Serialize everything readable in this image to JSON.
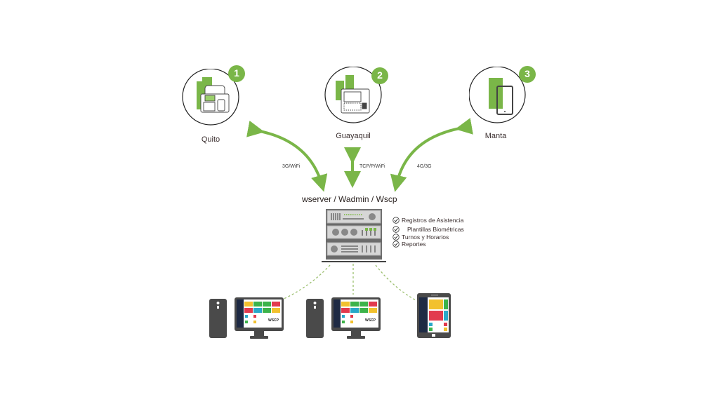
{
  "colors": {
    "accent_green": "#7ab648",
    "dark_gray": "#4a4a4a",
    "server_gray": "#c9c9c9",
    "panel_blue": "#1e2a44"
  },
  "locations": [
    {
      "number": "1",
      "name": "Quito",
      "device_icon": "fingerprint-terminal-icon"
    },
    {
      "number": "2",
      "name": "Guayaquil",
      "device_icon": "access-control-terminal-icon"
    },
    {
      "number": "3",
      "name": "Manta",
      "device_icon": "smartphone-icon"
    }
  ],
  "links": [
    {
      "label": "3G/WiFi"
    },
    {
      "label": "TCP/P/WiFi"
    },
    {
      "label": "4G/3G"
    }
  ],
  "server": {
    "title": "wserver / Wadmin / Wscp",
    "features": [
      "Registros de Asistencia",
      "Plantillas Biométricas",
      "Turnos y Horarios",
      "Reportes"
    ]
  },
  "clients": [
    {
      "type": "desktop",
      "brand": "WSCP"
    },
    {
      "type": "desktop",
      "brand": "WSCP"
    },
    {
      "type": "tablet"
    }
  ]
}
